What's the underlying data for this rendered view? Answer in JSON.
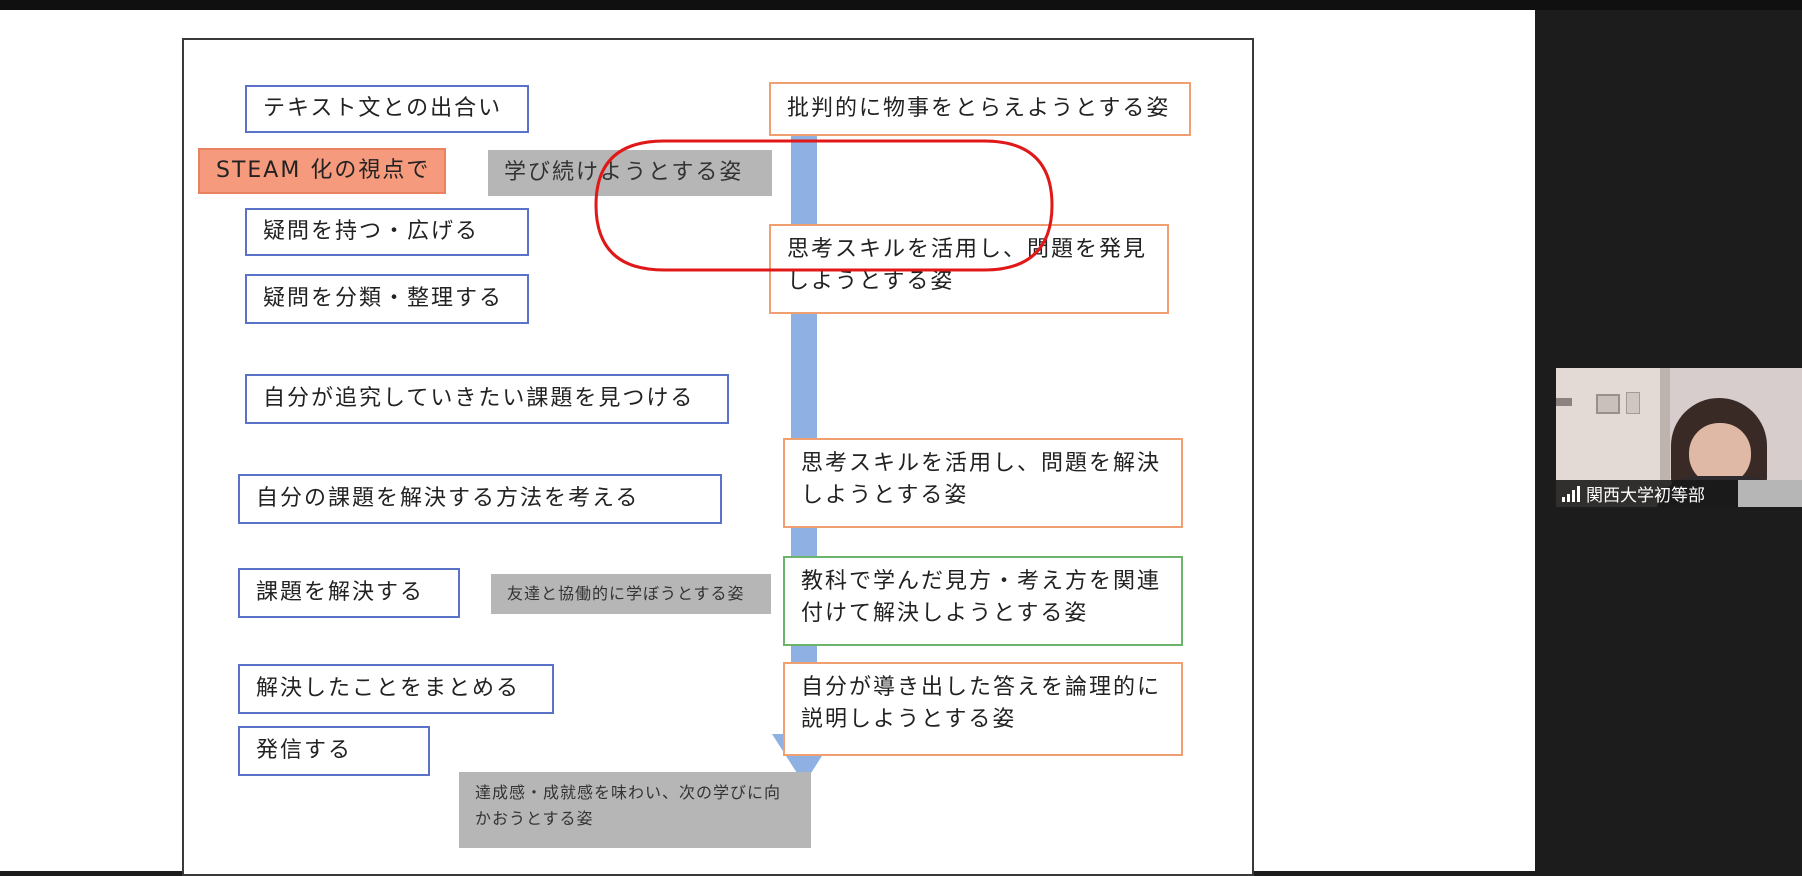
{
  "participant": {
    "name": "関西大学初等部"
  },
  "slide": {
    "left_steps": [
      "テキスト文との出合い",
      "疑問を持つ・広げる",
      "疑問を分類・整理する",
      "自分が追究していきたい課題を見つける",
      "自分の課題を解決する方法を考える",
      "課題を解決する",
      "解決したことをまとめる",
      "発信する"
    ],
    "steam_label": "STEAM 化の視点で",
    "center_labels": [
      "学び続けようとする姿",
      "友達と協働的に学ぼうとする姿",
      "達成感・成就感を味わい、次の学びに向かおうとする姿"
    ],
    "right_goals": [
      "批判的に物事をとらえようとする姿",
      "思考スキルを活用し、問題を発見しようとする姿",
      "思考スキルを活用し、問題を解決しようとする姿",
      "教科で学んだ見方・考え方を関連付けて解決しようとする姿",
      "自分が導き出した答えを論理的に説明しようとする姿"
    ],
    "colors": {
      "step_border": "#5a72c8",
      "goal_border": "#f0a070",
      "goal_border_green": "#6cb36c",
      "arrow": "#8eb0e3",
      "highlight": "#e01818",
      "steam_fill": "#f59a7c",
      "center_fill": "#b6b6b6"
    }
  }
}
